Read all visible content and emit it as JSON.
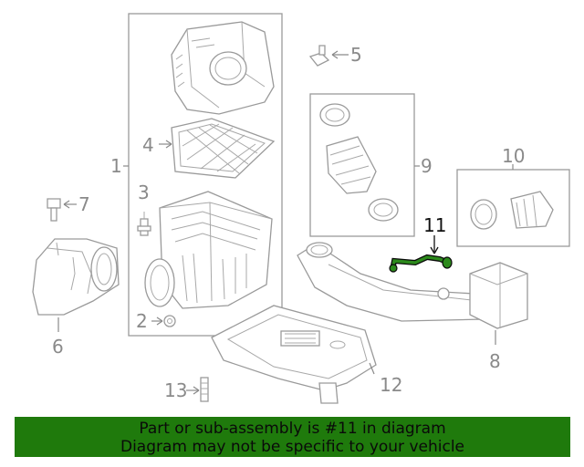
{
  "diagram": {
    "callouts": {
      "c1": "1",
      "c2": "2",
      "c3": "3",
      "c4": "4",
      "c5": "5",
      "c6": "6",
      "c7": "7",
      "c8": "8",
      "c9": "9",
      "c10": "10",
      "c11": "11",
      "c12": "12",
      "c13": "13"
    },
    "highlighted_part": "11",
    "highlight_color": "#1f6b12"
  },
  "banner": {
    "line1": "Part or sub-assembly is #11 in diagram",
    "line2": "Diagram may not be specific to your vehicle",
    "background": "#1f7a0c"
  }
}
